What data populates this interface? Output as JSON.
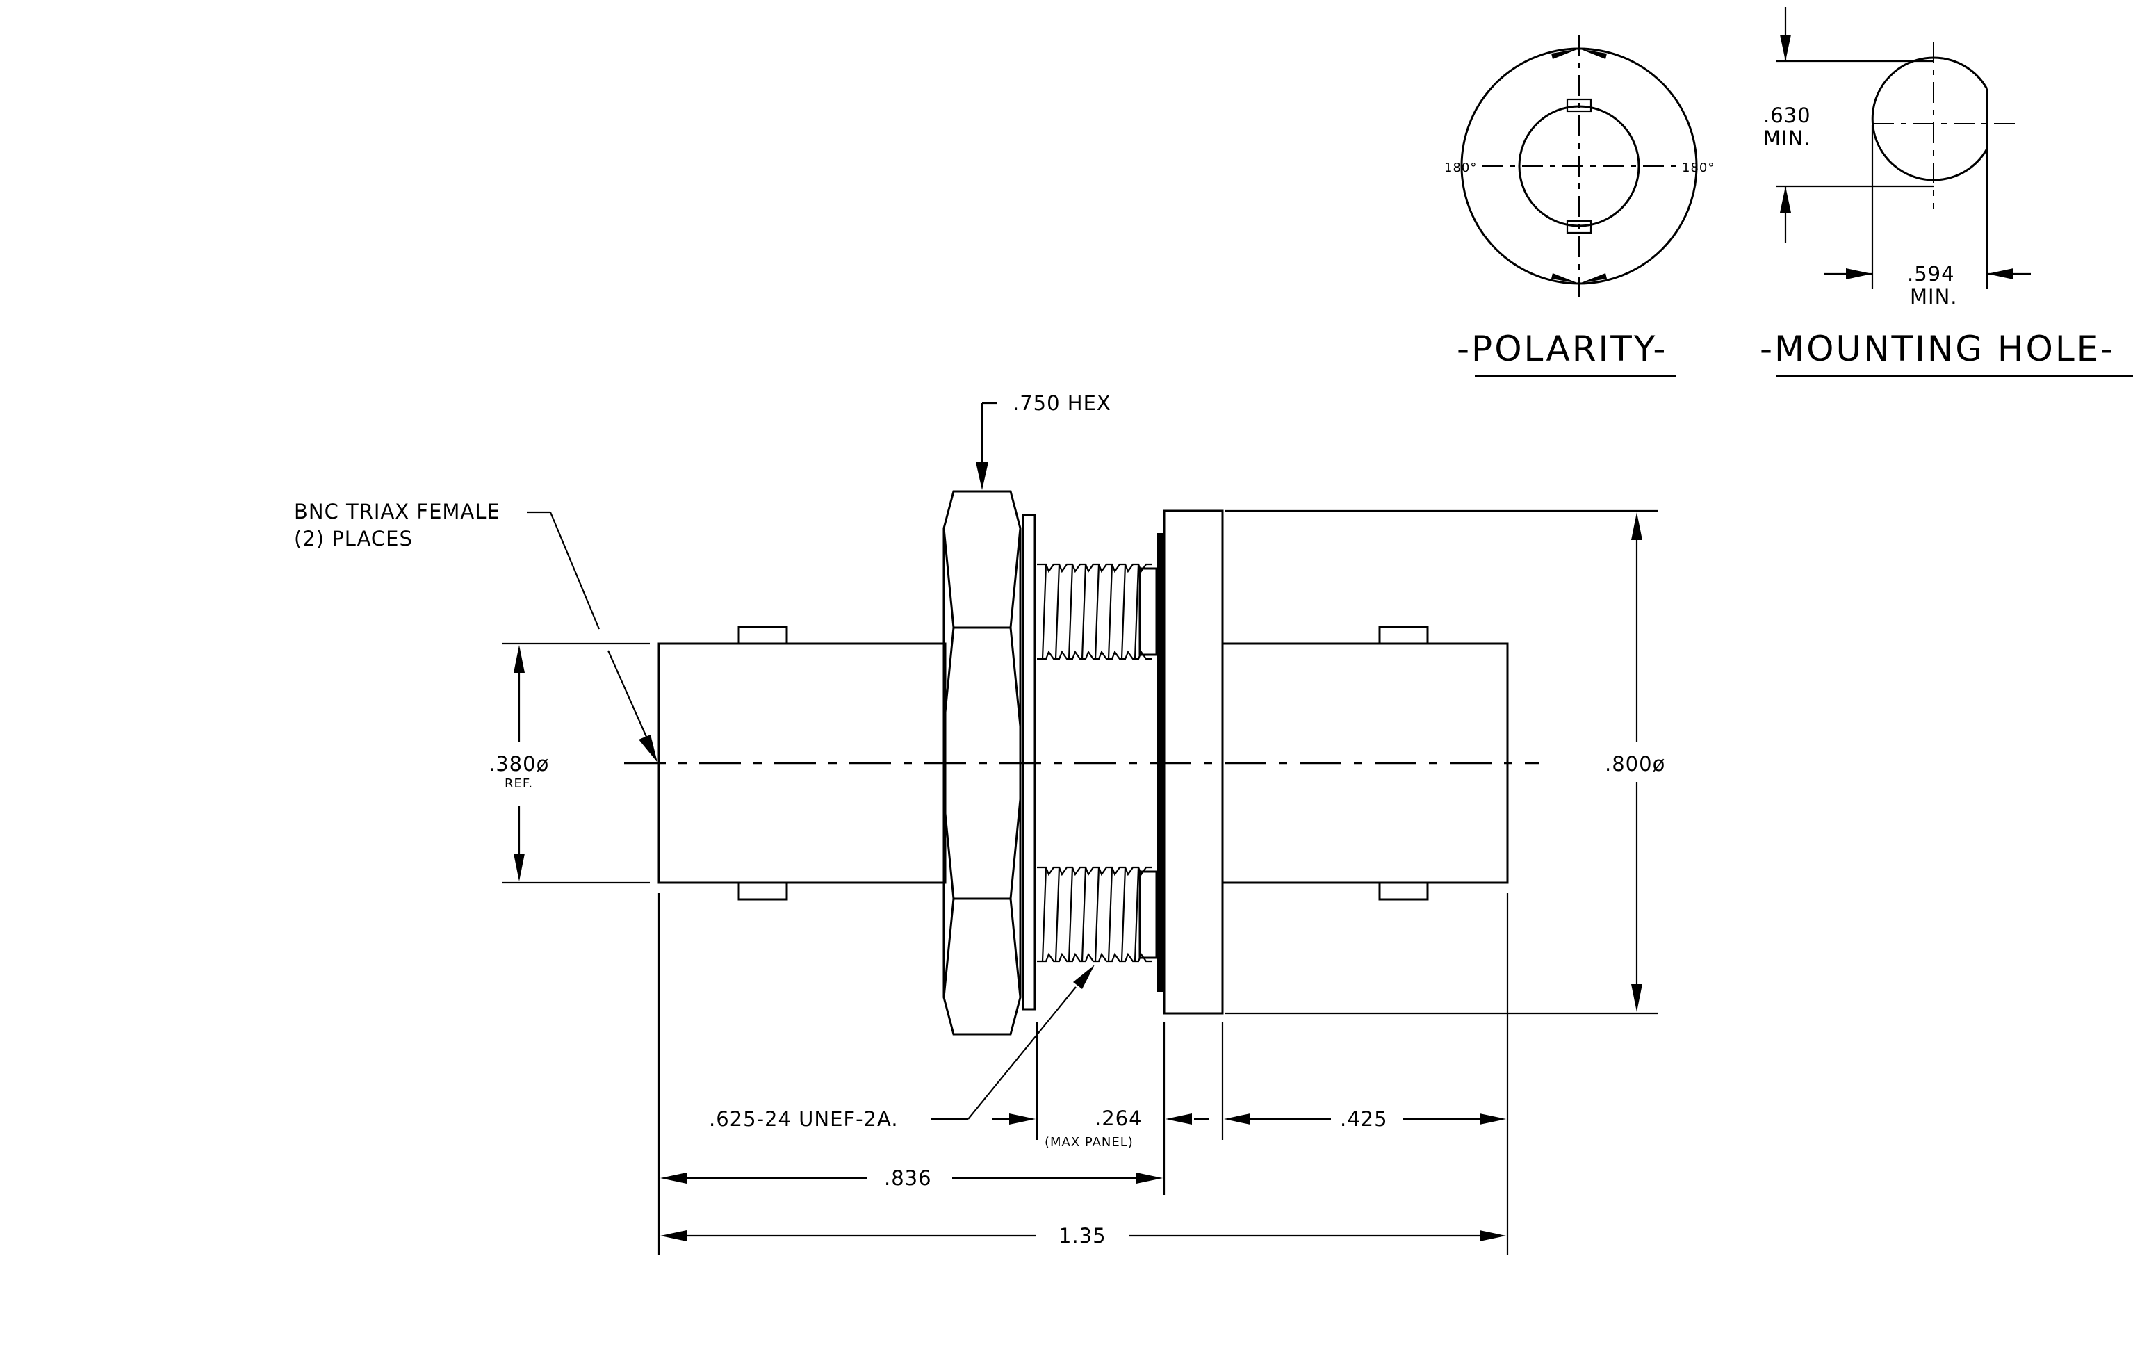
{
  "labels": {
    "hex": ".750 HEX",
    "triax_line1": "BNC  TRIAX  FEMALE",
    "triax_line2": "(2)  PLACES",
    "dia_left": ".380ø",
    "dia_left_ref": "REF.",
    "dia_right": ".800ø",
    "thread": ".625-24  UNEF-2A.",
    "panel_dim": ".264",
    "panel_note": "(MAX PANEL)",
    "right_len": ".425",
    "bulkhead_len": ".836",
    "overall_len": "1.35",
    "polarity_angle_left": "180°",
    "polarity_angle_right": "180°",
    "hole_height": ".630",
    "hole_height_min": "MIN.",
    "hole_width": ".594",
    "hole_width_min": "MIN.",
    "polarity_title": "-POLARITY-",
    "mounting_title": "-MOUNTING  HOLE-"
  }
}
